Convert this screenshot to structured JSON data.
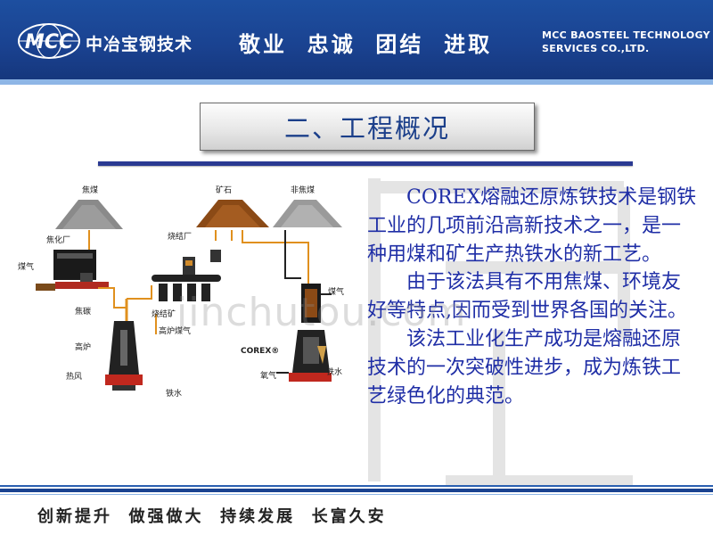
{
  "header": {
    "logo_text": "MCC",
    "brand_cn": "中冶宝钢技术",
    "slogan": "敬业  忠诚  团结  进取",
    "brand_en_line1": "MCC BAOSTEEL TECHNOLOGY",
    "brand_en_line2": "SERVICES CO.,LTD."
  },
  "title": "二、工程概况",
  "diagram": {
    "labels": {
      "coal": "焦煤",
      "ore": "矿石",
      "noncoking": "非焦煤",
      "coking_plant": "焦化厂",
      "sinter_plant": "烧结厂",
      "gas": "煤气",
      "coke": "焦碳",
      "sinter_ore": "烧结矿",
      "bf": "高炉",
      "bf_gas": "高炉煤气",
      "hot_blast": "热风",
      "iron1": "铁水",
      "corex": "COREX®",
      "coal_gas2": "煤气",
      "oxygen": "氧气",
      "iron2": "铁水"
    }
  },
  "body": {
    "paragraphs": [
      "COREX熔融还原炼铁技术是钢铁工业的几项前沿高新技术之一，是一种用煤和矿生产热铁水的新工艺。",
      "由于该法具有不用焦煤、环境友好等特点,因而受到世界各国的关注。",
      "该法工业化生产成功是熔融还原技术的一次突破性进步，成为炼铁工艺绿色化的典范。"
    ]
  },
  "watermark": "jinchutou.com",
  "footer": {
    "slogan": "创新提升  做强做大  持续发展  长富久安"
  },
  "colors": {
    "header_blue": "#1a4290",
    "title_text": "#1b3f8a",
    "body_text": "#1f2ea6",
    "rule": "#2a3a92"
  }
}
